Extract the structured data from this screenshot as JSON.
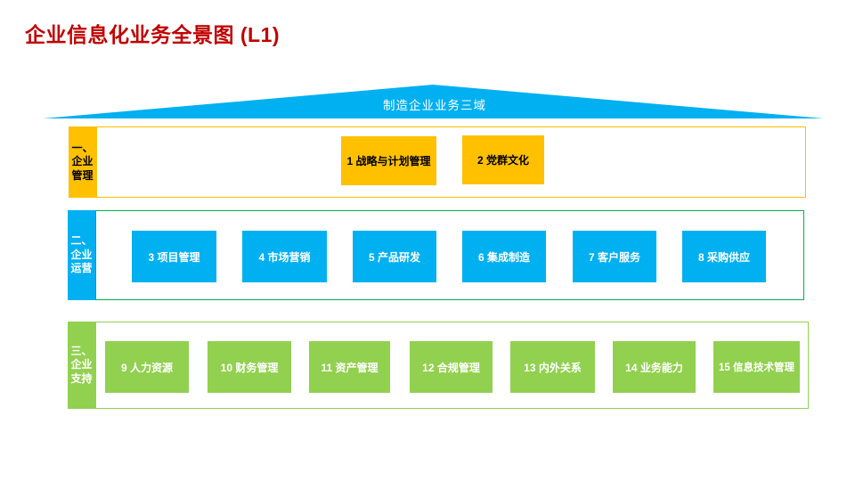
{
  "title": {
    "text": "企业信息化业务全景图 (L1)",
    "color": "#C00000"
  },
  "roof": {
    "label": "制造企业业务三域",
    "color": "#00B0F0"
  },
  "colors": {
    "amber": "#FFC000",
    "blue": "#00B0F0",
    "green": "#92D050",
    "dark_green_border": "#00B050",
    "title_red": "#C00000"
  },
  "rows": [
    {
      "name": "企业管理",
      "tab_lines": [
        "一、",
        "企业",
        "管理"
      ],
      "tab_color": "#FFC000",
      "border_color": "#FFC000",
      "boxes": [
        {
          "label": "1 战略与计划管理",
          "color": "#FFC000"
        },
        {
          "label": "2 党群文化",
          "color": "#FFC000"
        }
      ]
    },
    {
      "name": "企业运营",
      "tab_lines": [
        "二、",
        "企业",
        "运营"
      ],
      "tab_color": "#00B0F0",
      "border_color": "#00B050",
      "boxes": [
        {
          "label": "3 项目管理",
          "color": "#00B0F0"
        },
        {
          "label": "4 市场营销",
          "color": "#00B0F0"
        },
        {
          "label": "5 产品研发",
          "color": "#00B0F0"
        },
        {
          "label": "6 集成制造",
          "color": "#00B0F0"
        },
        {
          "label": "7 客户服务",
          "color": "#00B0F0"
        },
        {
          "label": "8 采购供应",
          "color": "#00B0F0"
        }
      ]
    },
    {
      "name": "企业支持",
      "tab_lines": [
        "三、",
        "企业",
        "支持"
      ],
      "tab_color": "#92D050",
      "border_color": "#92D050",
      "boxes": [
        {
          "label": "9 人力资源",
          "color": "#92D050"
        },
        {
          "label": "10 财务管理",
          "color": "#92D050"
        },
        {
          "label": "11 资产管理",
          "color": "#92D050"
        },
        {
          "label": "12 合规管理",
          "color": "#92D050"
        },
        {
          "label": "13 内外关系",
          "color": "#92D050"
        },
        {
          "label": "14 业务能力",
          "color": "#92D050"
        },
        {
          "label": "15 信息技术管理",
          "color": "#92D050"
        }
      ]
    }
  ]
}
